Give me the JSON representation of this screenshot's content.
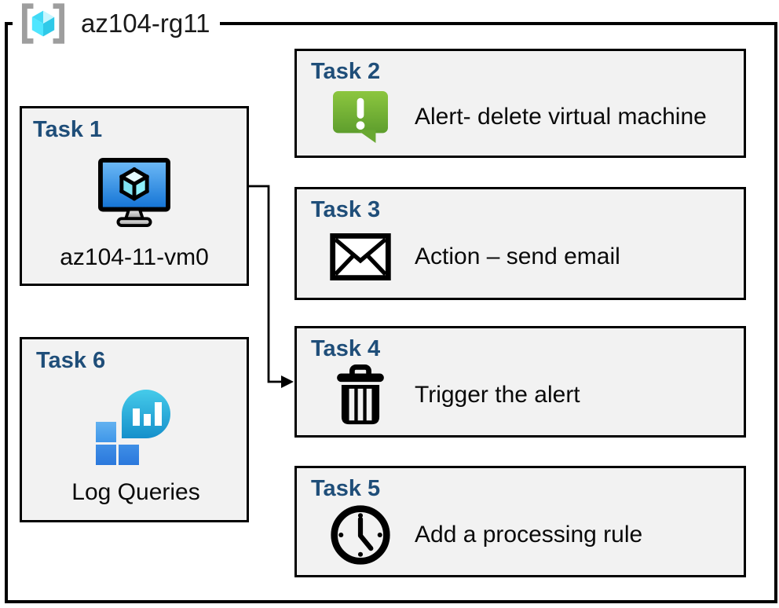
{
  "diagram": {
    "resource_group": {
      "name": "az104-rg11",
      "icon": "resource-group-icon"
    },
    "tasks": [
      {
        "title": "Task 1",
        "label": "az104-11-vm0",
        "icon": "virtual-machine-icon"
      },
      {
        "title": "Task 2",
        "label": "Alert- delete virtual machine",
        "icon": "alert-message-icon"
      },
      {
        "title": "Task 3",
        "label": "Action – send email",
        "icon": "email-envelope-icon"
      },
      {
        "title": "Task 4",
        "label": "Trigger the alert",
        "icon": "trash-delete-icon"
      },
      {
        "title": "Task 5",
        "label": "Add a processing rule",
        "icon": "clock-icon"
      },
      {
        "title": "Task 6",
        "label": "Log Queries",
        "icon": "log-analytics-icon"
      }
    ],
    "connector": {
      "from": "Task 1",
      "to": "Task 4"
    },
    "colors": {
      "task_title": "#1F4E79",
      "box_fill": "#F2F2F2",
      "box_border": "#000000",
      "alert_green": "#6FB33B",
      "vm_screen_blue": "#2E8BE6",
      "log_teal": "#2BB5DE",
      "log_square_blue": "#3D8FE4",
      "rg_cube_cyan": "#50E6FF",
      "rg_bracket_gray": "#9E9E9E"
    }
  }
}
